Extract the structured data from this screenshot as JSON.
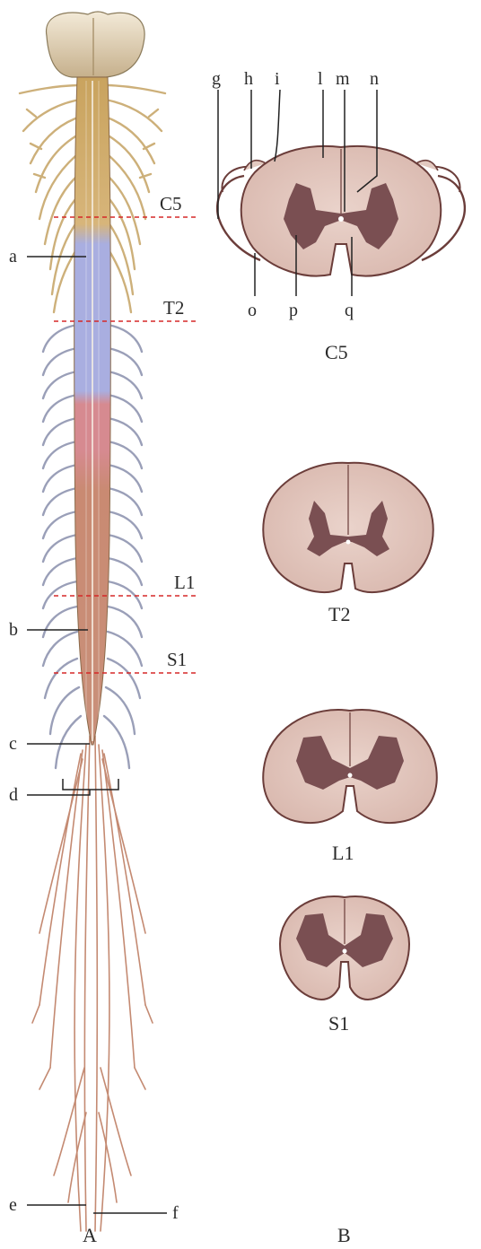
{
  "panel_a": {
    "caption": "A",
    "levels": [
      {
        "key": "c5",
        "text": "C5"
      },
      {
        "key": "t2",
        "text": "T2"
      },
      {
        "key": "l1",
        "text": "L1"
      },
      {
        "key": "s1",
        "text": "S1"
      }
    ],
    "labels": {
      "a": "a",
      "b": "b",
      "c": "c",
      "d": "d",
      "e": "e",
      "f": "f"
    },
    "colors": {
      "cervical": "#d9b77a",
      "thoracic": "#9aa0d6",
      "lumbar": "#d98a8a",
      "cauda": "#c98a6e",
      "brainstem": "#e9dcc0",
      "cut_line": "#d62828"
    }
  },
  "panel_b": {
    "caption": "B",
    "labels": {
      "g": "g",
      "h": "h",
      "i": "i",
      "l": "l",
      "m": "m",
      "n": "n",
      "o": "o",
      "p": "p",
      "q": "q"
    },
    "sections": [
      {
        "key": "c5",
        "text": "C5"
      },
      {
        "key": "t2",
        "text": "T2"
      },
      {
        "key": "l1",
        "text": "L1"
      },
      {
        "key": "s1",
        "text": "S1"
      }
    ],
    "colors": {
      "white_matter": "#e2c9c0",
      "gray_matter": "#7a4f52",
      "outline": "#6b3d3a"
    }
  }
}
